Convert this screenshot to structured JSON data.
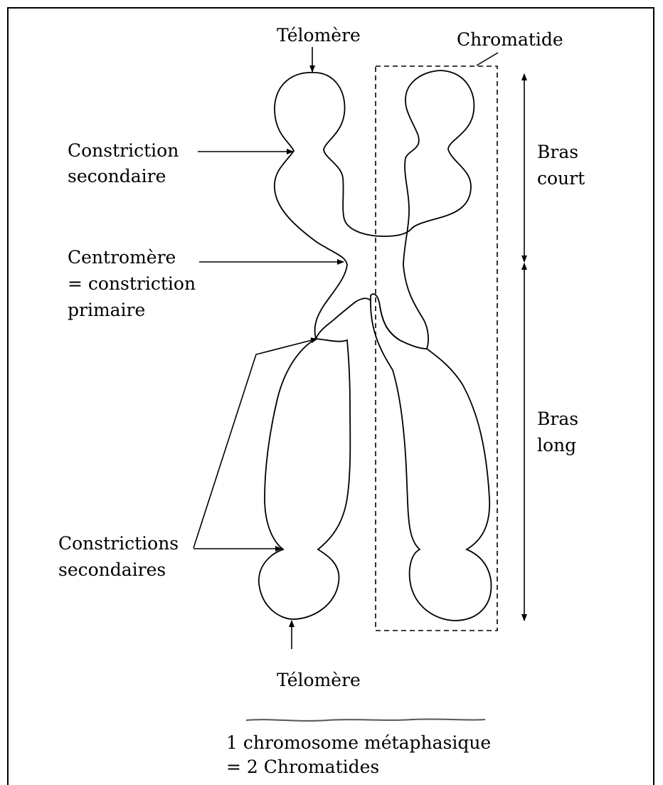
{
  "labels": {
    "telomere_top": "Télomère",
    "chromatide": "Chromatide",
    "constriction_secondaire_1": "Constriction",
    "constriction_secondaire_2": "secondaire",
    "centromere_1": "Centromère",
    "centromere_2": "= constriction",
    "centromere_3": "primaire",
    "constrictions_secondaires_1": "Constrictions",
    "constrictions_secondaires_2": "secondaires",
    "bras_court_1": "Bras",
    "bras_court_2": "court",
    "bras_long_1": "Bras",
    "bras_long_2": "long",
    "telomere_bottom": "Télomère",
    "caption_1": "1 chromosome métaphasique",
    "caption_2": "= 2 Chromatides"
  },
  "colors": {
    "line": "#000000",
    "background": "#ffffff"
  }
}
